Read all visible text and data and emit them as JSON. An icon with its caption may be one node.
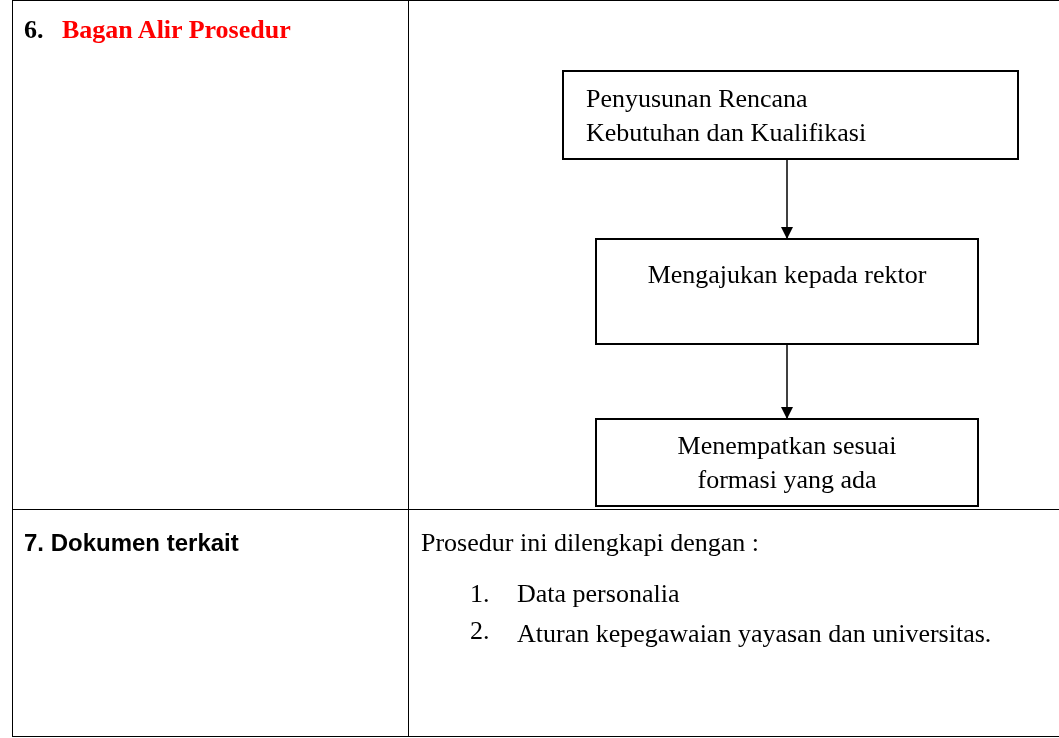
{
  "diagram": {
    "nodes": [
      {
        "text": [
          "Penyusunan Rencana Kebutuhan dan Kualifikasi"
        ]
      },
      {
        "text": [
          "Mengajukan kepada rektor"
        ]
      },
      {
        "text": [
          "Menempatkan sesuai formasi yang ada"
        ]
      }
    ],
    "edges": [
      {
        "from": 0,
        "to": 1,
        "arrow": "to"
      },
      {
        "from": 1,
        "to": 2,
        "arrow": "to"
      }
    ],
    "labels": [
      "6.",
      "Bagan Alir Prosedur",
      "7. Dokumen terkait",
      "Prosedur ini dilengkapi dengan :",
      "1.",
      "Data personalia",
      "2.",
      "Aturan kepegawaian yayasan dan universitas."
    ]
  }
}
